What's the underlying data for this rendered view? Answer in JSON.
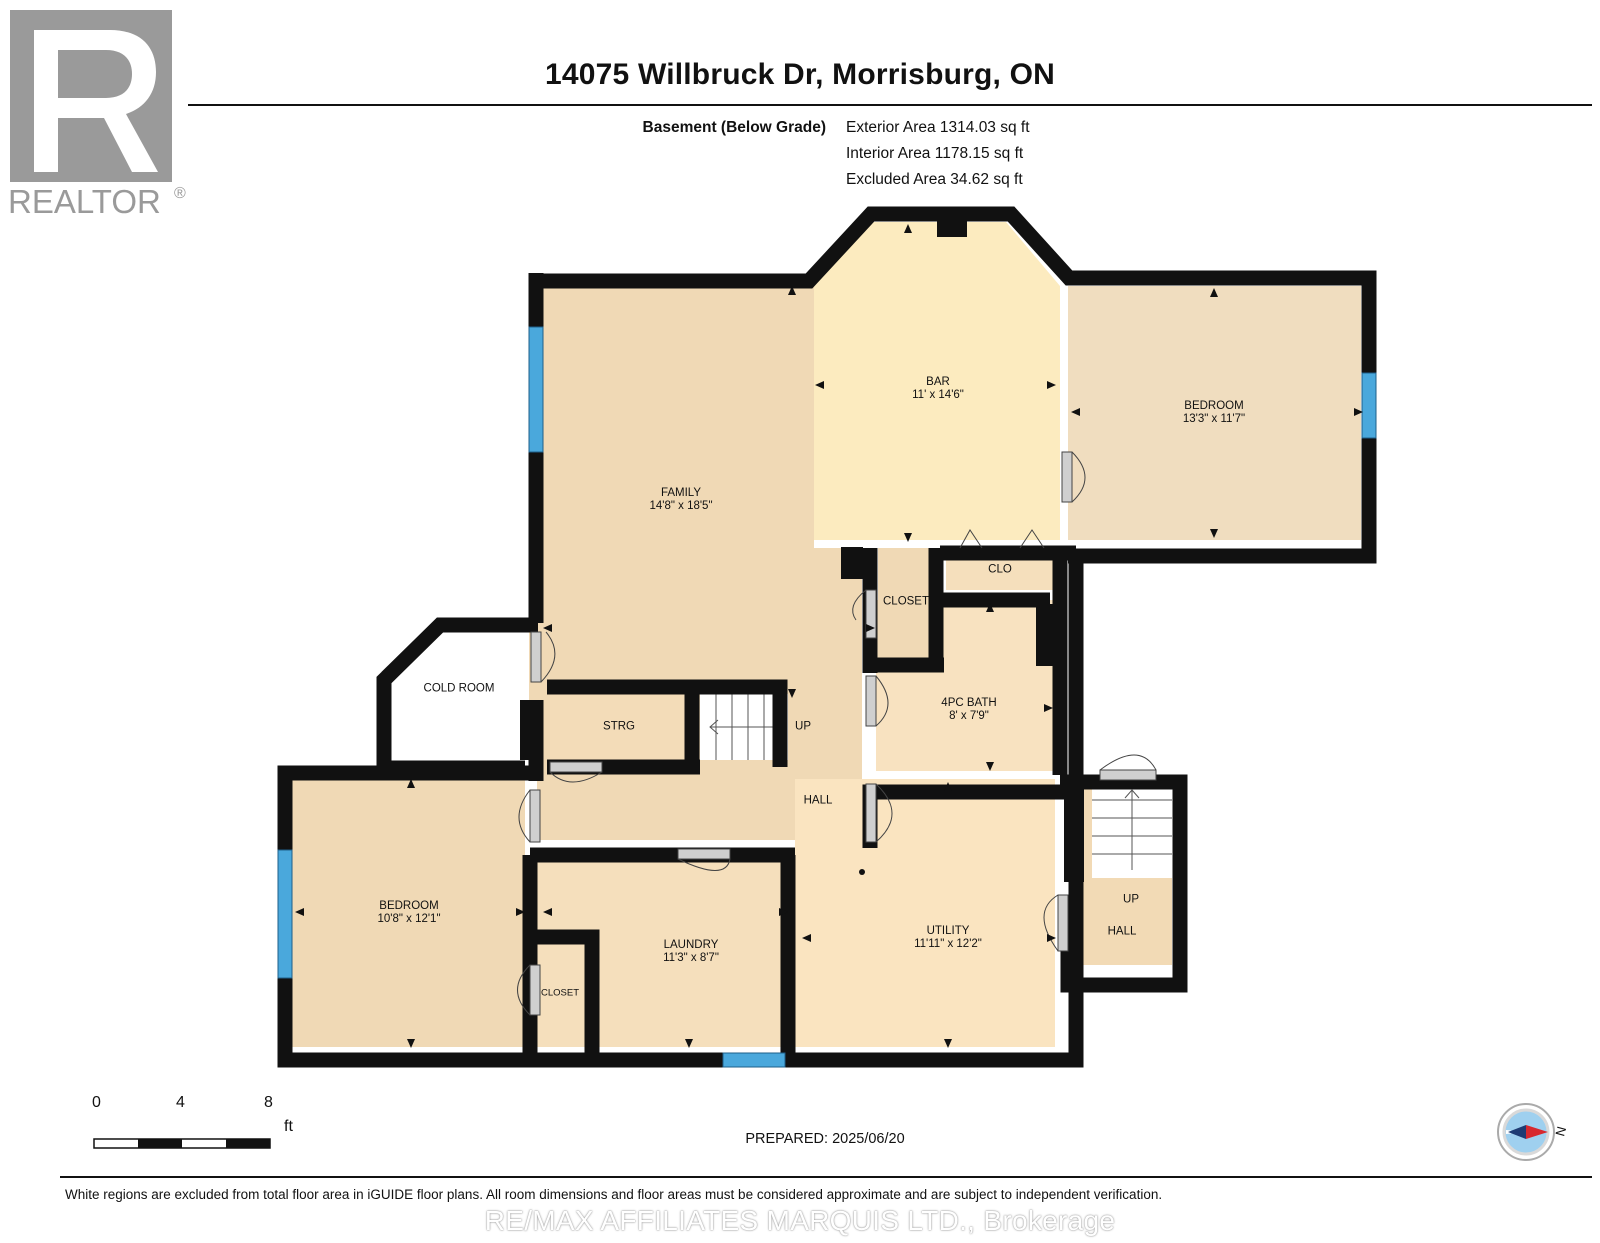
{
  "header": {
    "title": "14075 Willbruck Dr, Morrisburg, ON",
    "floor_label": "Basement (Below Grade)",
    "exterior_area": "Exterior Area 1314.03 sq ft",
    "interior_area": "Interior Area 1178.15 sq ft",
    "excluded_area": "Excluded Area 34.62 sq ft"
  },
  "logo": {
    "text": "REALTOR",
    "mark": "®",
    "icon": "realtor-r-icon",
    "color": "#9a9a9a"
  },
  "rooms": {
    "family": {
      "name": "FAMILY",
      "dims": "14'8\" x 18'5\""
    },
    "bar": {
      "name": "BAR",
      "dims": "11' x 14'6\""
    },
    "bedroom1": {
      "name": "BEDROOM",
      "dims": "13'3\" x 11'7\""
    },
    "bedroom2": {
      "name": "BEDROOM",
      "dims": "10'8\" x 12'1\""
    },
    "bath": {
      "name": "4PC BATH",
      "dims": "8' x 7'9\""
    },
    "laundry": {
      "name": "LAUNDRY",
      "dims": "11'3\" x 8'7\""
    },
    "utility": {
      "name": "UTILITY",
      "dims": "11'11\" x 12'2\""
    },
    "closet1": {
      "name": "CLOSET"
    },
    "closet2": {
      "name": "CLOSET"
    },
    "clo": {
      "name": "CLO"
    },
    "cold_room": {
      "name": "COLD ROOM"
    },
    "strg": {
      "name": "STRG"
    },
    "hall1": {
      "name": "HALL"
    },
    "hall2": {
      "name": "HALL"
    },
    "up1": {
      "name": "UP"
    },
    "up2": {
      "name": "UP"
    }
  },
  "colors": {
    "wall": "#111111",
    "room_fill": "#f0d9b5",
    "bar_fill": "#fcebbf",
    "utility_fill": "#fae4c0",
    "hall_fill": "#f2dab5",
    "window": "#4aa8dc",
    "door": "#cccccc"
  },
  "scale": {
    "ticks": [
      "0",
      "4",
      "8"
    ],
    "unit": "ft"
  },
  "footer": {
    "prepared": "PREPARED: 2025/06/20",
    "disclaimer": "White regions are excluded from total floor area in iGUIDE floor plans. All room dimensions and floor areas must be considered approximate and are subject to independent verification.",
    "watermark": "RE/MAX AFFILIATES MARQUIS LTD., Brokerage"
  },
  "compass": {
    "label": "N",
    "icon": "compass-icon"
  }
}
